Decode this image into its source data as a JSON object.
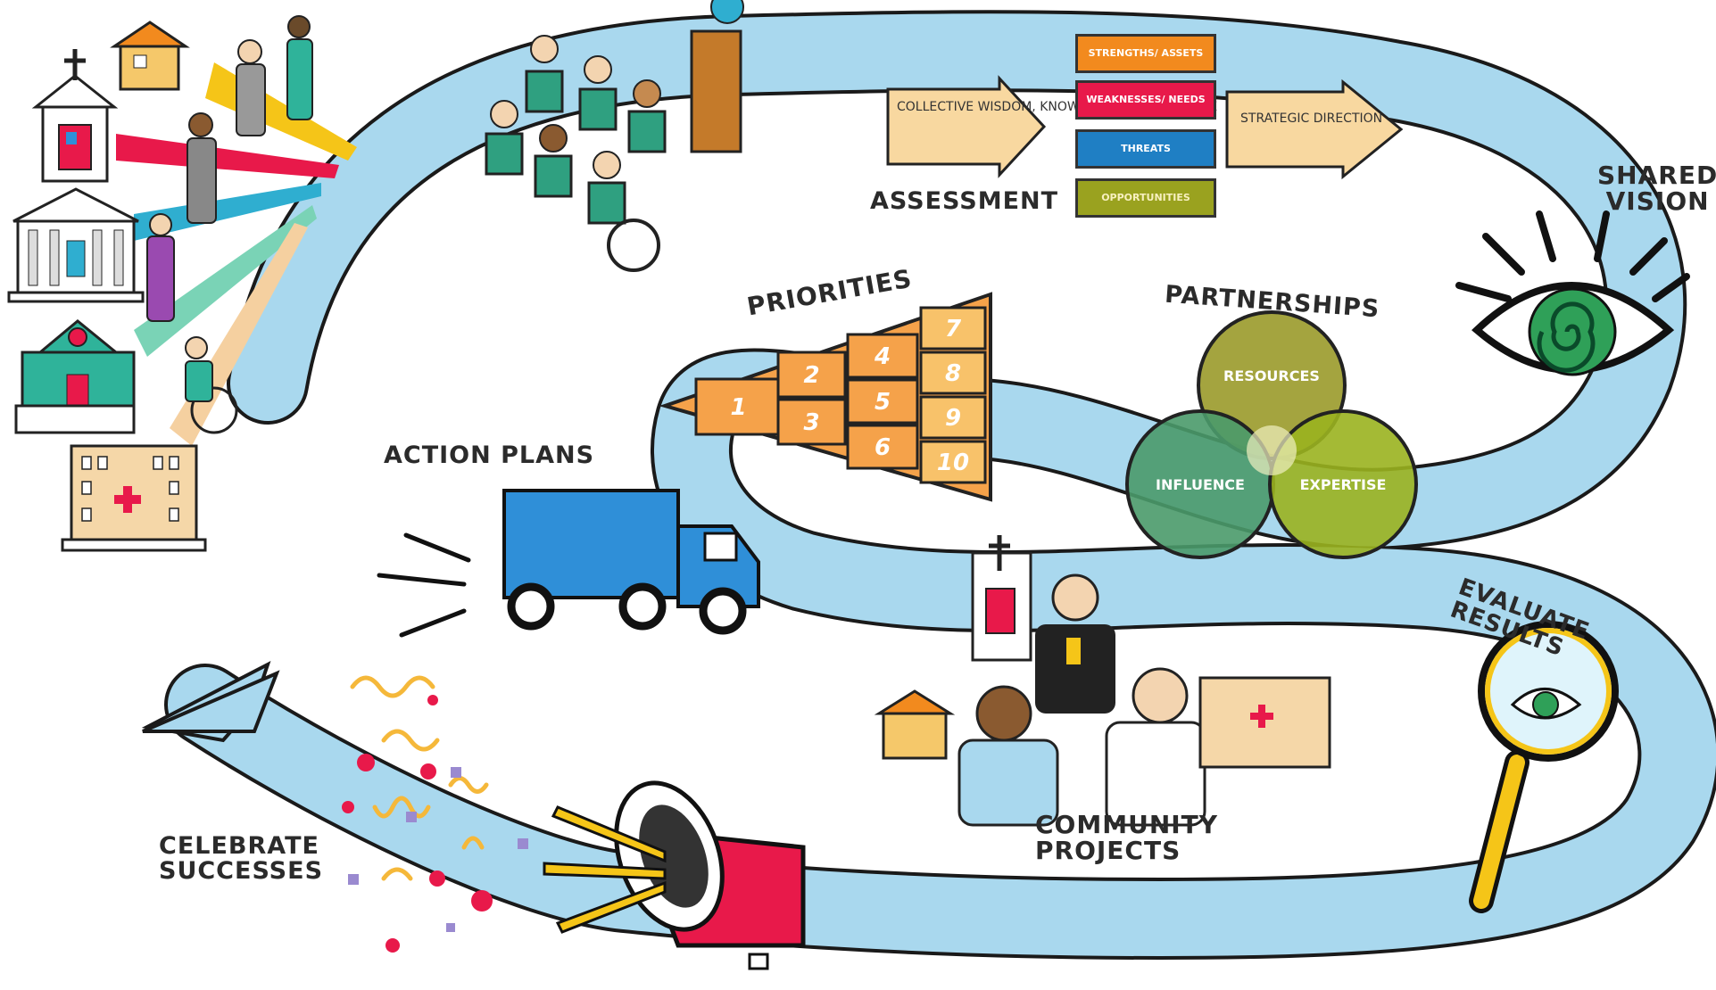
{
  "labels": {
    "assessment": "ASSESSMENT",
    "shared_vision": "SHARED\nVISION",
    "partnerships": "PARTNERSHIPS",
    "priorities": "PRIORITIES",
    "action_plans": "ACTION PLANS",
    "evaluate_results": "EVALUATE RESULTS",
    "community_projects": "COMMUNITY\nPROJECTS",
    "celebrate_successes": "CELEBRATE\nSUCCESSES"
  },
  "assessment_input": "COLLECTIVE\nWISDOM, KNOWLEDGE\n& EXPERIENCE",
  "swot": [
    {
      "label": "STRENGTHS/\nASSETS",
      "color": "#f28a1e"
    },
    {
      "label": "WEAKNESSES/\nNEEDS",
      "color": "#e8194a"
    },
    {
      "label": "THREATS",
      "color": "#1f7fc4"
    },
    {
      "label": "OPPORTUNITIES",
      "color": "#9aa21f"
    }
  ],
  "strategic_direction": "STRATEGIC\nDIRECTION",
  "priorities": [
    "1",
    "2",
    "3",
    "4",
    "5",
    "6",
    "7",
    "8",
    "9",
    "10"
  ],
  "partnership_circles": [
    "RESOURCES",
    "INFLUENCE",
    "EXPERTISE"
  ],
  "colors": {
    "path": "#a9d8ee",
    "outline": "#1a1a1a",
    "orange": "#f5a24a",
    "truck": "#2f8fd8",
    "circle_top": "#9a9a2a",
    "circle_left": "#4a9a6a",
    "circle_right": "#9ab21f"
  }
}
